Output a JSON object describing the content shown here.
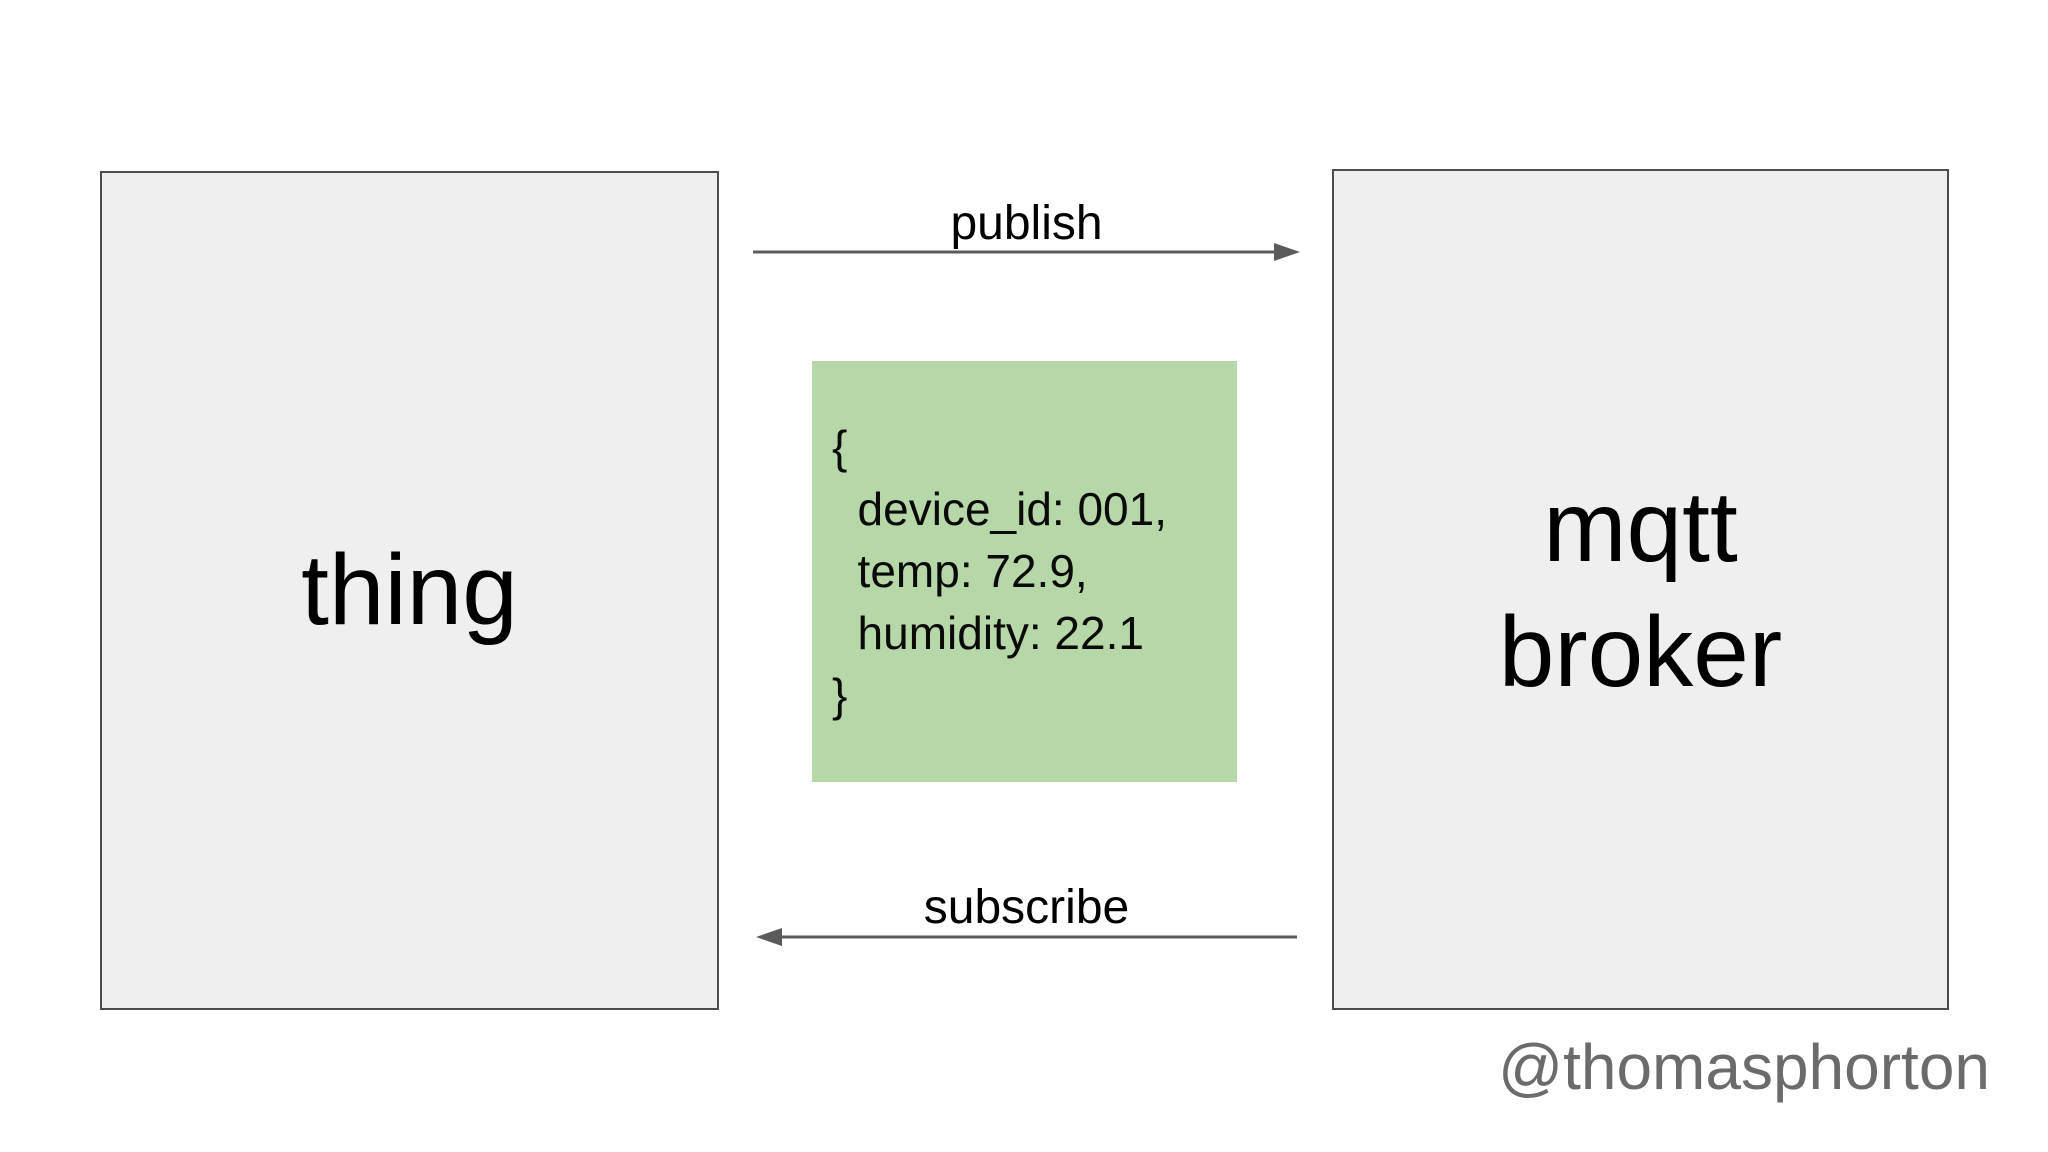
{
  "slide": {
    "watermark": "@thomasphorton"
  },
  "nodes": {
    "thing": {
      "label": "thing"
    },
    "broker": {
      "lines": [
        "mqtt",
        "broker"
      ]
    }
  },
  "edges": {
    "publish": {
      "label": "publish",
      "direction": "right"
    },
    "subscribe": {
      "label": "subscribe",
      "direction": "left"
    }
  },
  "payload": {
    "lines": [
      "{",
      "  device_id: 001,",
      "  temp: 72.9,",
      "  humidity: 22.1",
      "}"
    ]
  },
  "colors": {
    "background": "#ffffff",
    "node_fill": "#efefef",
    "node_border": "#4d4d4d",
    "payload_fill": "#b6d7a8",
    "arrow": "#5b5b5b",
    "text": "#000000",
    "watermark_text": "#6b6b6b"
  }
}
